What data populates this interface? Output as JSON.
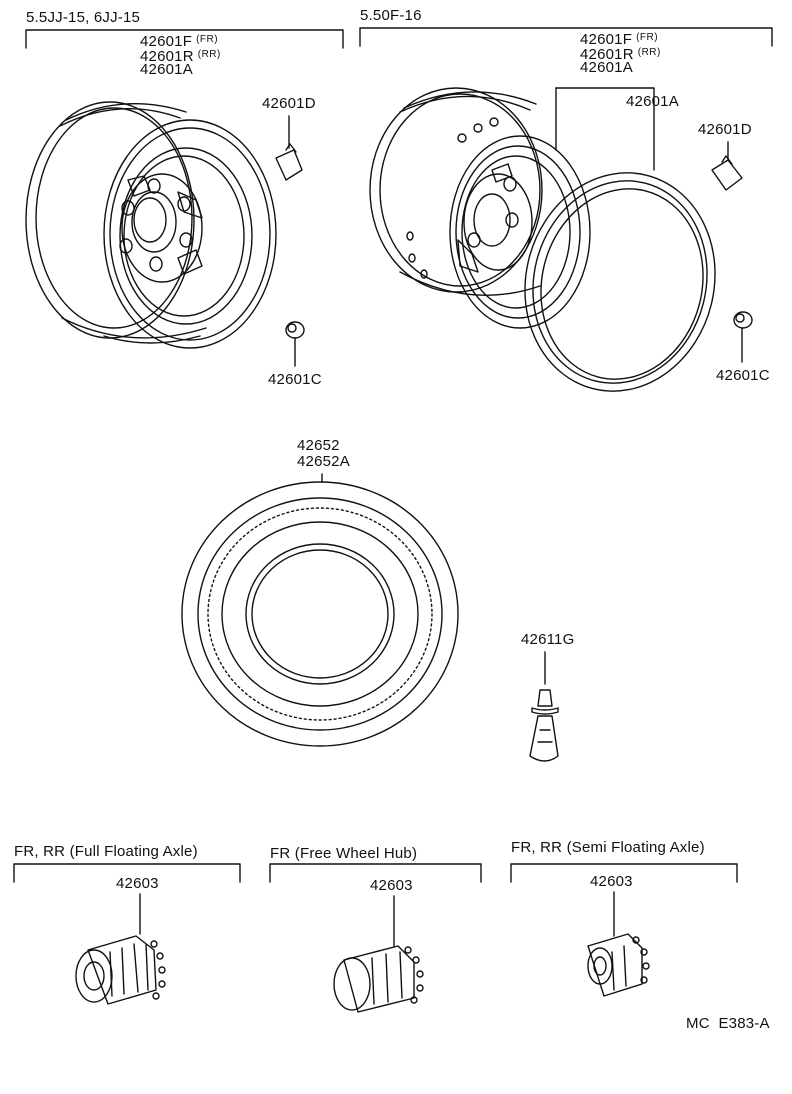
{
  "groups": {
    "wheel_a_spec": "5.5JJ-15, 6JJ-15",
    "wheel_b_spec": "5.50F-16",
    "hub_full": "FR, RR (Full Floating Axle)",
    "hub_free": "FR (Free Wheel Hub)",
    "hub_semi": "FR, RR (Semi Floating Axle)"
  },
  "parts": {
    "wheel_a_front": "42601F",
    "wheel_a_front_tag": "(FR)",
    "wheel_a_rear": "42601R",
    "wheel_a_rear_tag": "(RR)",
    "wheel_a_alt": "42601A",
    "wheel_a_weight": "42601D",
    "wheel_a_nut": "42601C",
    "wheel_b_front": "42601F",
    "wheel_b_front_tag": "(FR)",
    "wheel_b_rear": "42601R",
    "wheel_b_rear_tag": "(RR)",
    "wheel_b_alt": "42601A",
    "wheel_b_ring": "42601A",
    "wheel_b_weight": "42601D",
    "wheel_b_nut": "42601C",
    "tire_1": "42652",
    "tire_2": "42652A",
    "valve": "42611G",
    "cap_full": "42603",
    "cap_free": "42603",
    "cap_semi": "42603"
  },
  "footer": {
    "code": "MC  E383-A"
  }
}
